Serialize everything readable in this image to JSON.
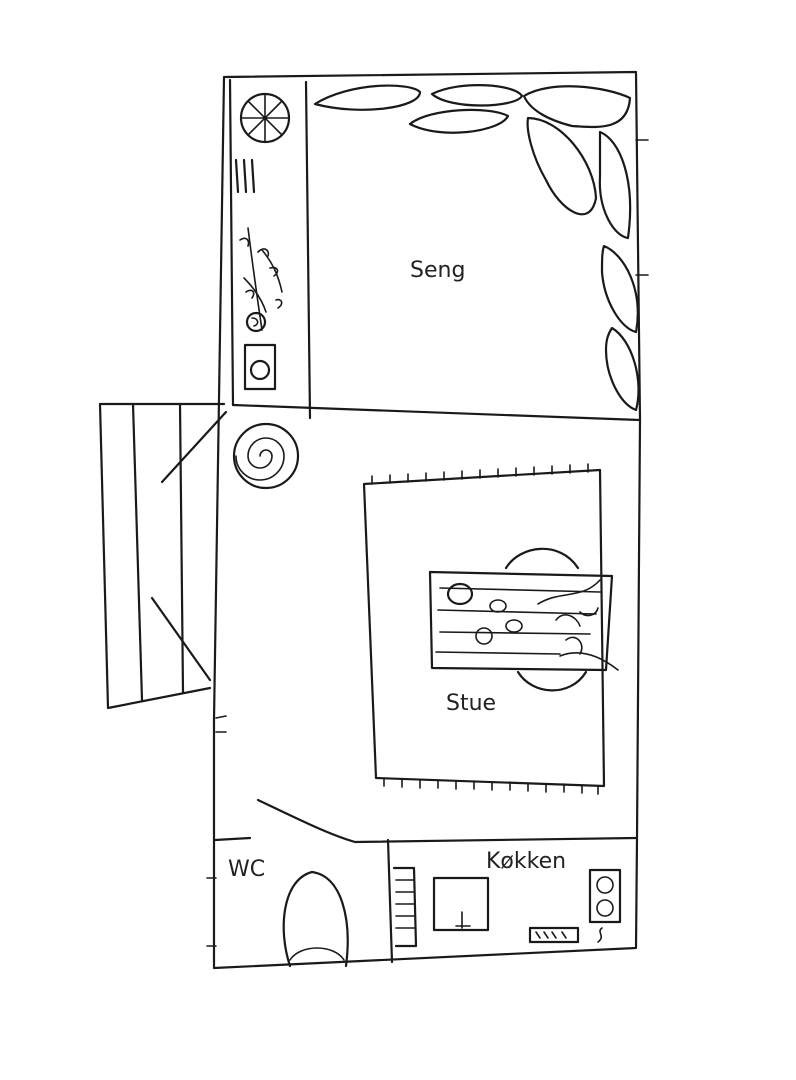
{
  "floorplan": {
    "rooms": {
      "bedroom": "Seng",
      "living_room": "Stue",
      "toilet": "WC",
      "kitchen": "Køkken"
    }
  },
  "colors": {
    "ink": "#1a1a1a",
    "background": "#ffffff"
  },
  "icons": [
    "fan-icon",
    "radiator-icon",
    "plant-icon",
    "washing-machine-icon",
    "cushion-icon",
    "rug-icon",
    "coffee-table-icon",
    "toilet-icon",
    "stairs-icon",
    "fridge-icon",
    "stove-icon",
    "oven-icon"
  ]
}
